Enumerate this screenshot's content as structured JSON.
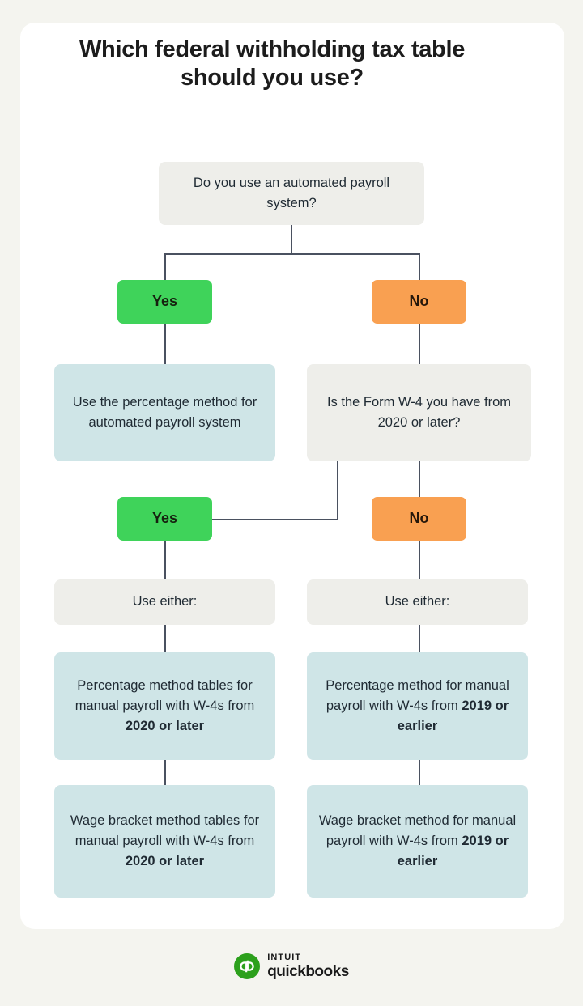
{
  "page": {
    "background_color": "#f4f4ef",
    "card_color": "#ffffff"
  },
  "title": "Which federal withholding tax table should you use?",
  "colors": {
    "yes_green": "#3fd35a",
    "no_orange": "#f9a051",
    "outcome_blue": "#cfe5e7",
    "question_gray": "#eeeeea",
    "connector": "#4a5160",
    "brand_green": "#2ca01c"
  },
  "flowchart": {
    "type": "decision-tree",
    "root_question": "Do you use an automated payroll system?",
    "nodes": {
      "q1": "Do you use an automated payroll system?",
      "q1_yes": "Yes",
      "q1_no": "No",
      "automated_result": "Use the percentage method for automated payroll system",
      "q2": "Is the Form W-4 you have from 2020 or later?",
      "q2_yes": "Yes",
      "q2_no": "No",
      "use_either_left": "Use either:",
      "use_either_right": "Use either:",
      "left_outcome_1_plain": "Percentage method tables for manual payroll with W-4s from ",
      "left_outcome_1_bold": "2020 or later",
      "left_outcome_2_plain": "Wage bracket method tables for manual payroll with W-4s from ",
      "left_outcome_2_bold": "2020 or later",
      "right_outcome_1_plain": "Percentage method for manual payroll with W-4s from ",
      "right_outcome_1_bold": "2019 or earlier",
      "right_outcome_2_plain": "Wage bracket method for manual payroll with W-4s from ",
      "right_outcome_2_bold": "2019 or earlier"
    }
  },
  "footer": {
    "brand_prefix": "INTUIT",
    "brand_name": "quickbooks",
    "logo_letters": "qb"
  }
}
